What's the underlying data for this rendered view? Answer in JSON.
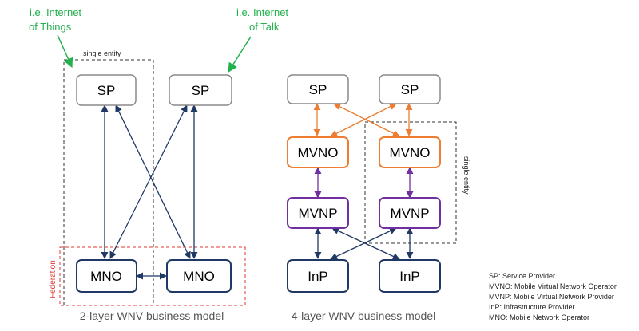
{
  "colors": {
    "sp_border": "#8a8a8a",
    "mvno_border": "#ed7d31",
    "mvnp_border": "#7030a0",
    "bottom_border": "#1f3864",
    "navy_arrow": "#1f3864",
    "orange_arrow": "#ed7d31",
    "purple_arrow": "#7030a0",
    "green": "#22b14c",
    "federation_red": "#e53935"
  },
  "left": {
    "annotation_1": [
      "i.e. Internet",
      "of Things"
    ],
    "annotation_2": [
      "i.e. Internet",
      "of Talk"
    ],
    "single_entity": "single entity",
    "federation": "Federation",
    "sp1": "SP",
    "sp2": "SP",
    "mno1": "MNO",
    "mno2": "MNO",
    "caption": "2-layer WNV business model"
  },
  "right": {
    "sp1": "SP",
    "sp2": "SP",
    "mvno1": "MVNO",
    "mvno2": "MVNO",
    "mvnp1": "MVNP",
    "mvnp2": "MVNP",
    "inp1": "InP",
    "inp2": "InP",
    "single_entity": "single entity",
    "caption": "4-layer WNV business model"
  },
  "legend": [
    "SP: Service Provider",
    "MVNO: Mobile Virtual Network Operator",
    "MVNP: Mobile Virtual Network Provider",
    "InP: Infrastructure Provider",
    "MNO: Mobile Network Operator"
  ]
}
